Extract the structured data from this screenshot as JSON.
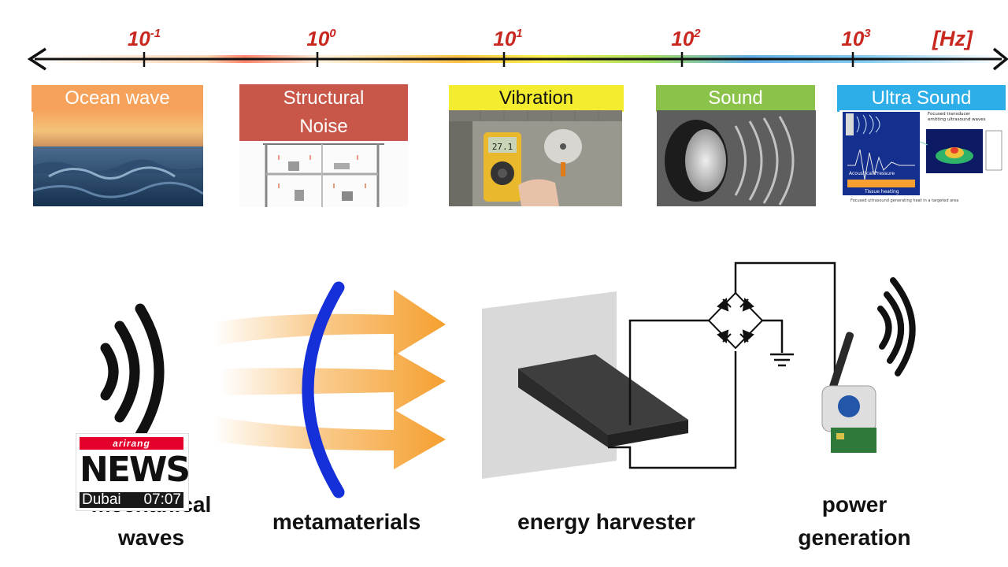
{
  "axis": {
    "ticks": [
      {
        "base": "10",
        "exp": "-1"
      },
      {
        "base": "10",
        "exp": "0"
      },
      {
        "base": "10",
        "exp": "1"
      },
      {
        "base": "10",
        "exp": "2"
      },
      {
        "base": "10",
        "exp": "3"
      }
    ],
    "unit": "[Hz]",
    "label_color": "#c8281f"
  },
  "categories": [
    {
      "title_lines": [
        "Ocean wave"
      ],
      "color": "#f6a25a"
    },
    {
      "title_lines": [
        "Structural",
        "Noise"
      ],
      "color": "#c8574a"
    },
    {
      "title_lines": [
        "Vibration"
      ],
      "color": "#f4ec2e",
      "text_color": "#111111"
    },
    {
      "title_lines": [
        "Sound"
      ],
      "color": "#8bc34a"
    },
    {
      "title_lines": [
        "Ultra Sound"
      ],
      "color": "#2eaee8"
    }
  ],
  "multimeter_reading": "27.1",
  "ultrasound_figure": {
    "caption_top": "Focused transducer emitting ultrasound waves",
    "label_pressure": "Acoustical Pressure",
    "label_heating": "Tissue heating",
    "caption_bottom": "Focused ultrasound generating heat in a targeted area"
  },
  "stages": {
    "mechanical_waves": [
      "mechanical",
      "waves"
    ],
    "metamaterials": "metamaterials",
    "energy_harvester": "energy harvester",
    "power_generation": [
      "power",
      "generation"
    ]
  },
  "colors": {
    "metamaterial_arc": "#1530d8",
    "arrows": "#f5a030",
    "harvester_block": "#3e3e3e",
    "panel": "#d9d9d9"
  },
  "bug": {
    "brand": "arirang",
    "title": "NEWS",
    "city": "Dubai",
    "time": "07:07"
  }
}
